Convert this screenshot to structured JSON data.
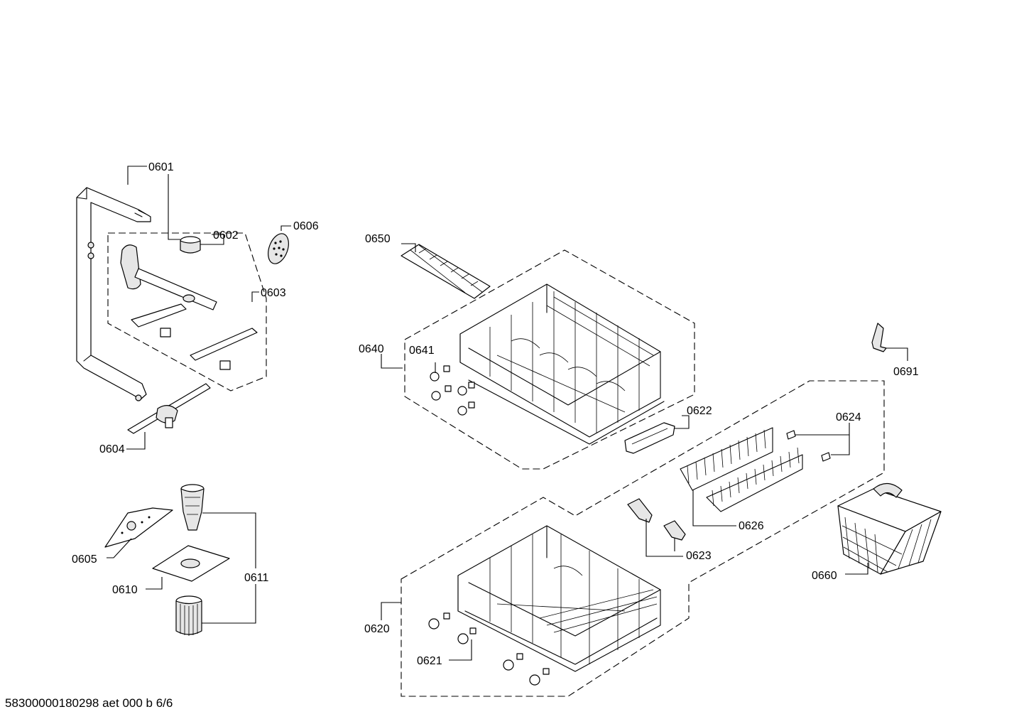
{
  "footer": {
    "code": "58300000180298 aet 000 b 6/6"
  },
  "parts": {
    "p0601": "0601",
    "p0602": "0602",
    "p0603": "0603",
    "p0604": "0604",
    "p0605": "0605",
    "p0606": "0606",
    "p0610": "0610",
    "p0611": "0611",
    "p0620": "0620",
    "p0621": "0621",
    "p0622": "0622",
    "p0623": "0623",
    "p0624": "0624",
    "p0626": "0626",
    "p0640": "0640",
    "p0641": "0641",
    "p0650": "0650",
    "p0660": "0660",
    "p0691": "0691"
  }
}
